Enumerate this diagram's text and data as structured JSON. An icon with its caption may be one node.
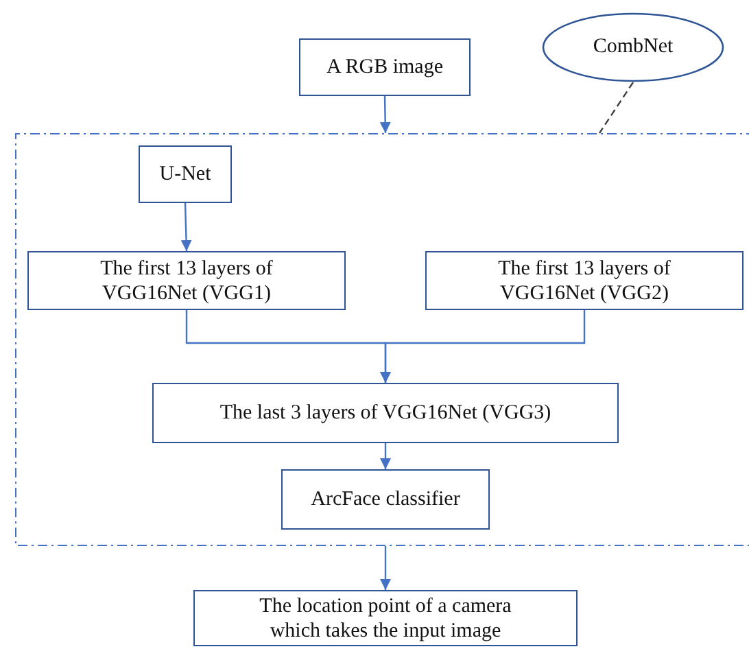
{
  "diagram": {
    "nodes": [
      {
        "text": [
          "A RGB image"
        ]
      },
      {
        "text": [
          "CombNet"
        ]
      },
      {
        "text": [],
        "shape": "box"
      },
      {
        "text": [
          "U-Net"
        ],
        "in": 2
      },
      {
        "text": [
          "The first 13 layers of VGG16Net (VGG1)"
        ],
        "in": 2
      },
      {
        "text": [
          "The first 13 layers of VGG16Net (VGG2)"
        ],
        "in": 2
      },
      {
        "text": [
          "The last 3 layers of VGG16Net (VGG3)"
        ],
        "in": 2
      },
      {
        "text": [
          "ArcFace classifier"
        ],
        "in": 2
      },
      {
        "text": [
          "The location point of a camera which takes the input image"
        ]
      }
    ],
    "edges": [
      {
        "from": 0,
        "to": 2,
        "arrow": "to"
      },
      {
        "from": 1,
        "to": 2,
        "arrow": "none",
        "style": "dashed",
        "color": "#404040"
      },
      {
        "from": 3,
        "to": 4,
        "arrow": "to"
      },
      {
        "from": 4,
        "to": 6,
        "arrow": "to"
      },
      {
        "from": 5,
        "to": 6,
        "arrow": "to"
      },
      {
        "from": 6,
        "to": 7,
        "arrow": "to"
      },
      {
        "from": 2,
        "to": 8,
        "arrow": "to"
      }
    ]
  }
}
